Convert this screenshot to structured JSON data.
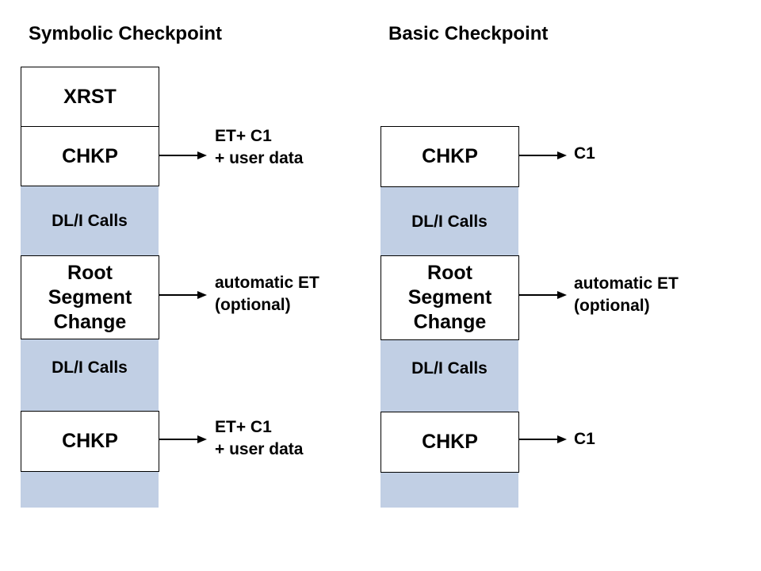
{
  "colors": {
    "band_fill": "#c1cfe4",
    "box_fill": "#ffffff",
    "outline": "#000000",
    "text": "#000000"
  },
  "symbolic": {
    "title": "Symbolic Checkpoint",
    "xrst": "XRST",
    "chkp_top": "CHKP",
    "dli_calls_1": "DL/I Calls",
    "root_segment_change": "Root\nSegment\nChange",
    "dli_calls_2": "DL/I Calls",
    "chkp_bottom": "CHKP",
    "note_chkp_top": "ET+ C1\n+ user data",
    "note_root": "automatic ET\n(optional)",
    "note_chkp_bottom": "ET+ C1\n+ user data"
  },
  "basic": {
    "title": "Basic Checkpoint",
    "chkp_top": "CHKP",
    "dli_calls_1": "DL/I Calls",
    "root_segment_change": "Root\nSegment\nChange",
    "dli_calls_2": "DL/I Calls",
    "chkp_bottom": "CHKP",
    "note_chkp_top": "C1",
    "note_root": "automatic ET\n(optional)",
    "note_chkp_bottom": "C1"
  },
  "icons": {
    "arrow": "right-arrow-icon"
  }
}
